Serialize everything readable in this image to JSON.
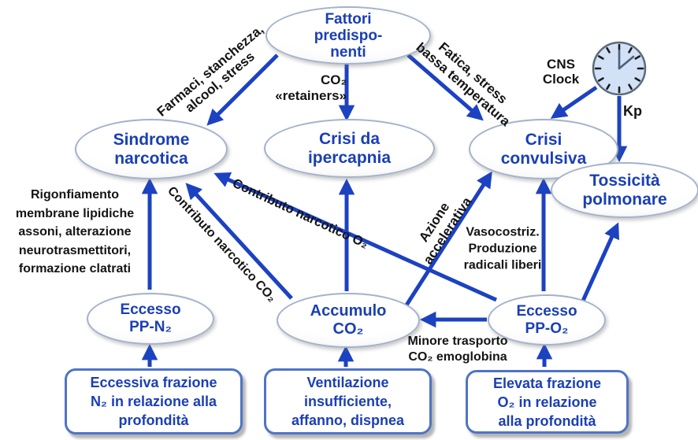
{
  "title": "Schema fattori patologie immersione",
  "colors": {
    "arrow_blue": "#1c42c2",
    "node_text_blue": "#1a3fb5",
    "box_border_blue": "#4f74c4",
    "label_black": "#141414",
    "clock_face": "#d2e1f5"
  },
  "nodes": {
    "fattori": "Fattori\npredispo-\nnenti",
    "sindrome": "Sindrome\nnarcotica",
    "ipercapnia": "Crisi da\nipercapnia",
    "convulsiva": "Crisi\nconvulsiva",
    "tossicita": "Tossicità\npolmonare",
    "pp_n2": "Eccesso\nPP-N₂",
    "accumulo": "Accumulo\nCO₂",
    "pp_o2": "Eccesso\nPP-O₂"
  },
  "boxes": {
    "n2": "Eccessiva frazione\nN₂ in relazione alla\nprofondità",
    "vent": "Ventilazione\ninsufficiente,\naffanno, dispnea",
    "o2": "Elevata frazione\nO₂ in relazione\nalla profondità"
  },
  "labels": {
    "farmaci": "Farmaci, stanchezza,\nalcool, stress",
    "fatica": "Fatica, stress\nbassa temperatura",
    "co2_retainers": "CO₂\n«retainers»",
    "cns_clock": "CNS\nClock",
    "kp": "Kp",
    "rigonfiamento": "Rigonfiamento\nmembrane lipidiche\nassoni, alterazione\nneurotrasmettitori,\nformazione clatrati",
    "contributo_co2": "Contributo narcotico CO₂",
    "contributo_o2": "Contributo narcotico O₂",
    "azione": "Azione\naccelerativa",
    "vasocostriz": "Vasocostriz.\nProduzione\nradicali liberi",
    "minore": "Minore trasporto\nCO₂ emoglobina"
  }
}
